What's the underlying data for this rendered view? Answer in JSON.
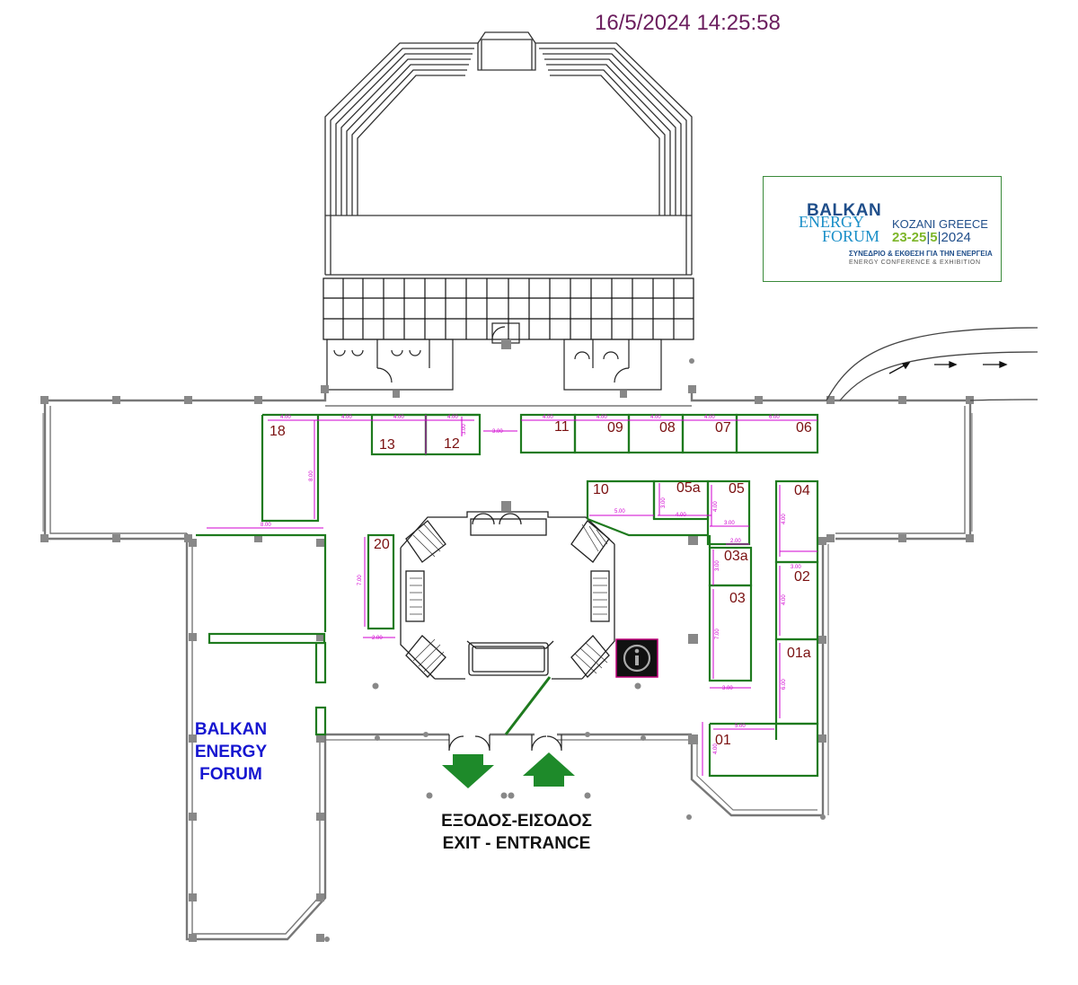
{
  "timestamp": "16/5/2024 14:25:58",
  "logo": {
    "line1": "BALKAN",
    "line2": "ENERGY",
    "line3": "FORUM",
    "city": "KOZANI GREECE",
    "date_days": "23-25",
    "date_month": "5",
    "date_year": "2024",
    "subtitle_gr": "ΣΥΝΕΔΡΙΟ & ΕΚΘΕΣΗ ΓΙΑ ΤΗΝ ΕΝΕΡΓΕΙΑ",
    "subtitle_en": "ENERGY CONFERENCE & EXHIBITION",
    "colors": {
      "navy": "#1f4e8a",
      "blue": "#1b8fc8",
      "green": "#7db62a",
      "orange": "#f3a531"
    }
  },
  "booths": [
    {
      "id": "18",
      "label": "18"
    },
    {
      "id": "13",
      "label": "13"
    },
    {
      "id": "12",
      "label": "12"
    },
    {
      "id": "11",
      "label": "11"
    },
    {
      "id": "09",
      "label": "09"
    },
    {
      "id": "08",
      "label": "08"
    },
    {
      "id": "07",
      "label": "07"
    },
    {
      "id": "06",
      "label": "06"
    },
    {
      "id": "10",
      "label": "10"
    },
    {
      "id": "05a",
      "label": "05a"
    },
    {
      "id": "05",
      "label": "05"
    },
    {
      "id": "04",
      "label": "04"
    },
    {
      "id": "03a",
      "label": "03a"
    },
    {
      "id": "03",
      "label": "03"
    },
    {
      "id": "02",
      "label": "02"
    },
    {
      "id": "01a",
      "label": "01a"
    },
    {
      "id": "01",
      "label": "01"
    },
    {
      "id": "20",
      "label": "20"
    }
  ],
  "dimensions": {
    "d400": "4.00",
    "d300": "3.00",
    "d500": "5.00",
    "d600": "6.00",
    "d800": "8.00",
    "d700": "7.00",
    "d200": "2.00"
  },
  "forum_area": {
    "line1": "BALKAN",
    "line2": "ENERGY",
    "line3": "FORUM"
  },
  "exit": {
    "greek": "ΕΞΟΔΟΣ-ΕΙΣΟΔΟΣ",
    "english": "EXIT - ENTRANCE"
  },
  "colors": {
    "booth_outline": "#1e7a1e",
    "booth_label": "#7a1010",
    "dimension": "#d000d0",
    "wall": "#666666",
    "arrow": "#1e7a1e",
    "timestamp": "#6b1e5e",
    "forum_label": "#1616d0"
  },
  "icons": {
    "info": "info-icon",
    "exit_arrow": "down-arrow-icon",
    "entrance_arrow": "up-arrow-icon"
  }
}
